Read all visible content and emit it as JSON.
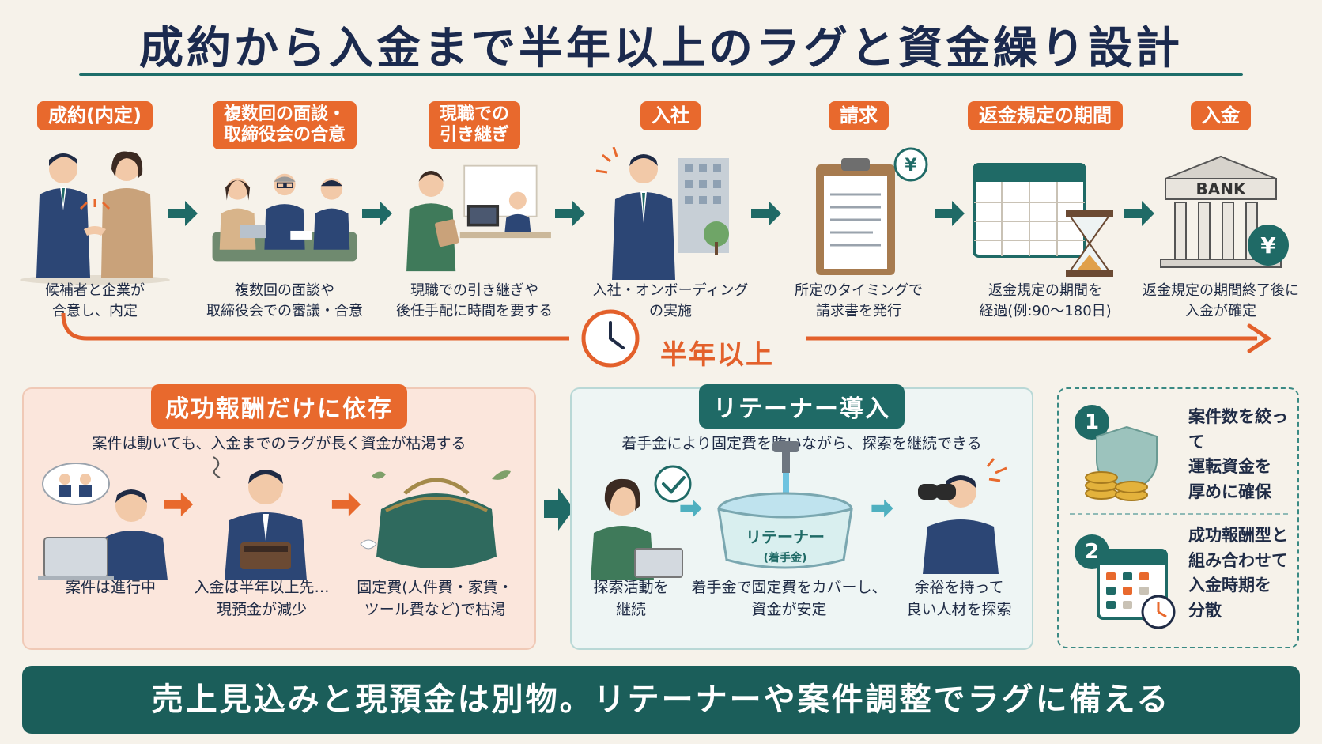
{
  "title": "成約から入金まで半年以上のラグと資金繰り設計",
  "steps": [
    {
      "label": "成約(内定)",
      "desc": "候補者と企業が\n合意し、内定"
    },
    {
      "label": "複数回の面談・\n取締役会の合意",
      "desc": "複数回の面談や\n取締役会での審議・合意"
    },
    {
      "label": "現職での\n引き継ぎ",
      "desc": "現職での引き継ぎや\n後任手配に時間を要する"
    },
    {
      "label": "入社",
      "desc": "入社・オンボーディング\nの実施"
    },
    {
      "label": "請求",
      "desc": "所定のタイミングで\n請求書を発行"
    },
    {
      "label": "返金規定の期間",
      "desc": "返金規定の期間を\n経過(例:90〜180日)"
    },
    {
      "label": "入金",
      "desc": "返金規定の期間終了後に\n入金が確定"
    }
  ],
  "bank_sign": "BANK",
  "yen_symbol": "¥",
  "timeline_label": "半年以上",
  "left_panel": {
    "title": "成功報酬だけに依存",
    "subtitle": "案件は動いても、入金までのラグが長く資金が枯渇する",
    "captions": [
      "案件は進行中",
      "入金は半年以上先…\n現預金が減少",
      "固定費(人件費・家賃・\nツール費など)で枯渇"
    ]
  },
  "mid_panel": {
    "title": "リテーナー導入",
    "subtitle": "着手金により固定費を賄いながら、探索を継続できる",
    "tub_label": "リテーナー",
    "tub_sublabel": "(着手金)",
    "captions": [
      "探索活動を\n継続",
      "着手金で固定費をカバーし、\n資金が安定",
      "余裕を持って\n良い人材を探索"
    ]
  },
  "tips": [
    {
      "num": "1",
      "text": "案件数を絞って\n運転資金を\n厚めに確保"
    },
    {
      "num": "2",
      "text": "成功報酬型と\n組み合わせて\n入金時期を\n分散"
    }
  ],
  "banner": "売上見込みと現預金は別物。リテーナーや案件調整でラグに備える",
  "colors": {
    "accent_orange": "#e8692d",
    "teal": "#1f6a66",
    "navy": "#1b2a4e",
    "background": "#f6f2ea"
  }
}
